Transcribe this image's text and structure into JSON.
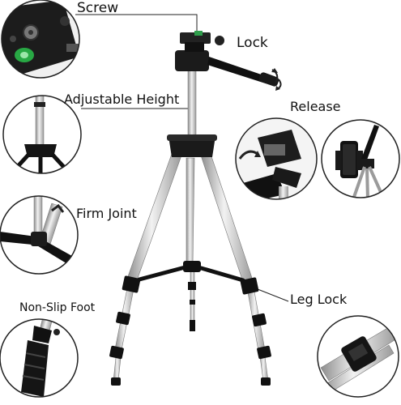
{
  "labels": {
    "screw": "Screw",
    "lock": "Lock",
    "adjustable_height": "Adjustable Height",
    "release": "Release",
    "firm_joint": "Firm Joint",
    "leg_lock": "Leg Lock",
    "non_slip_foot": "Non-Slip Foot"
  }
}
